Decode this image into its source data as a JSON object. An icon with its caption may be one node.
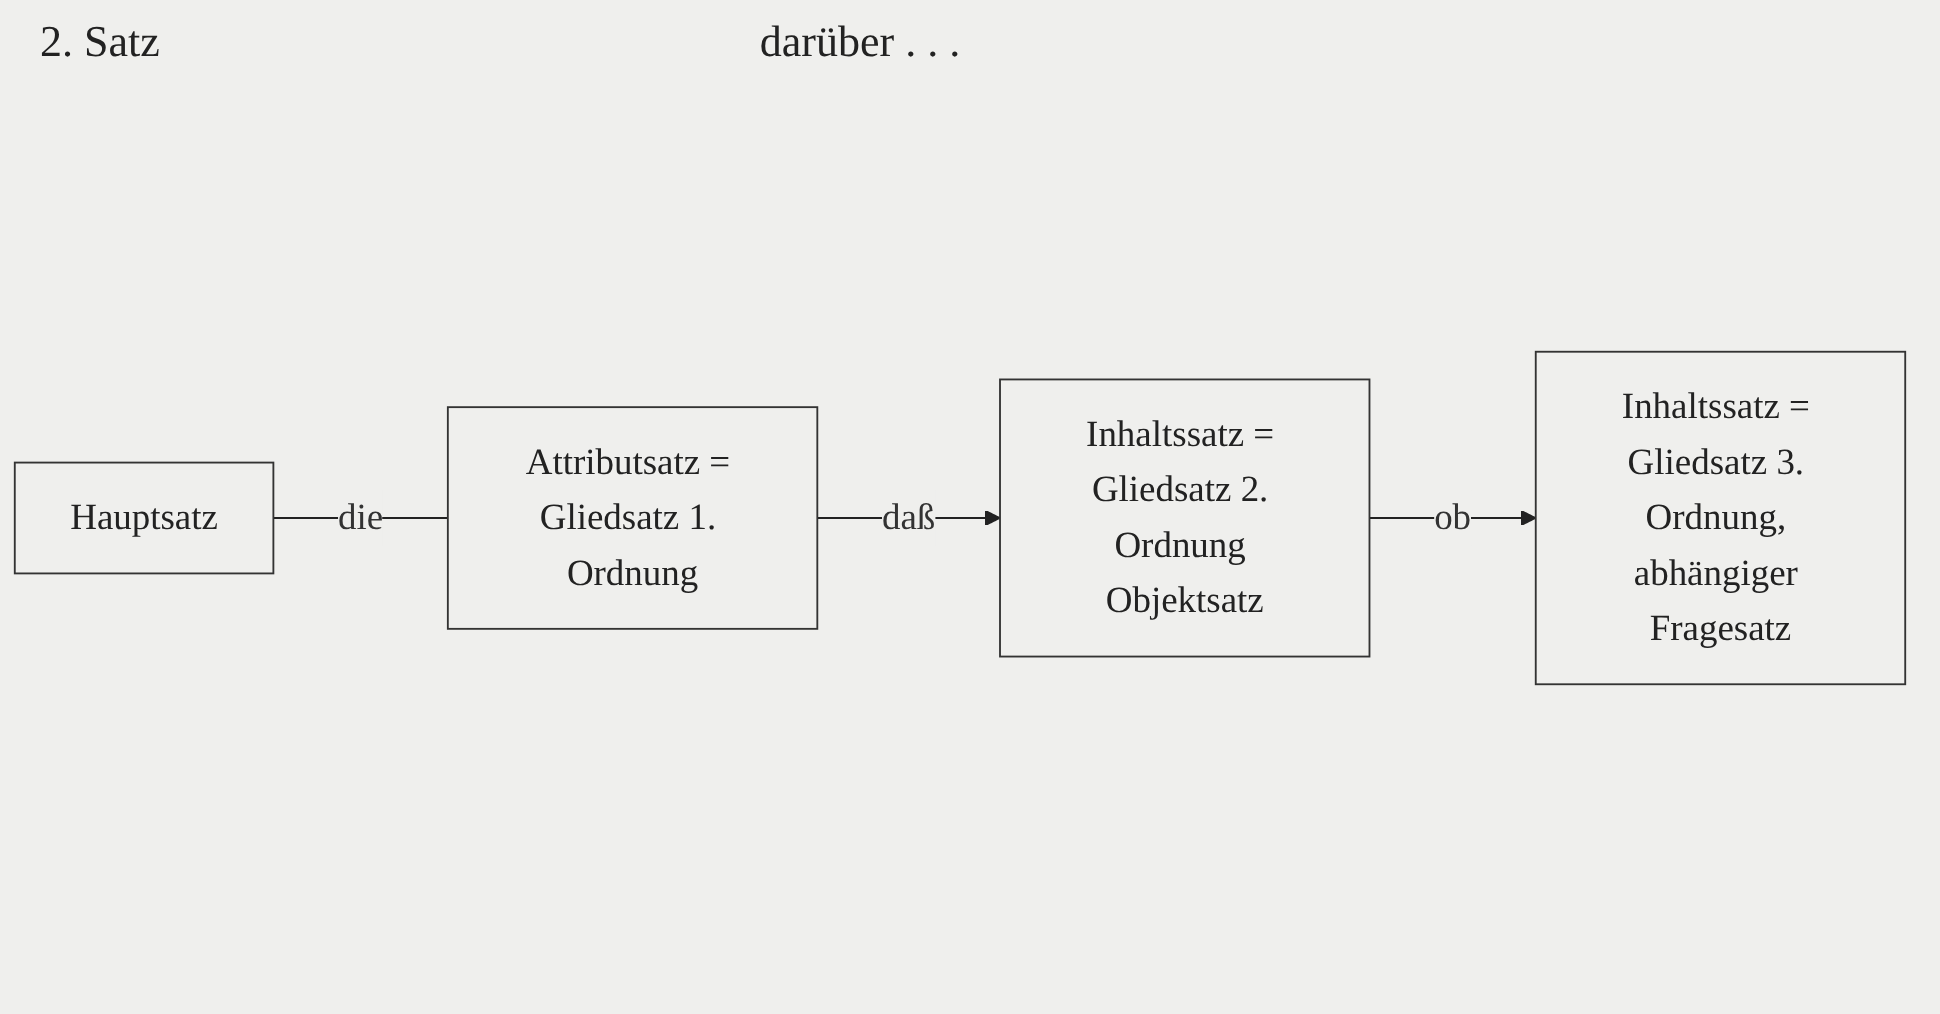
{
  "diagram": {
    "title": "2. Satz",
    "nodes": [
      {
        "text": [
          "Hauptsatz"
        ]
      },
      {
        "text": [
          "Attributsatz = Gliedsatz 1. Ordnung"
        ]
      },
      {
        "text": [
          "Inhaltssatz = Gliedsatz 2. Ordnung Objektsatz"
        ]
      },
      {
        "text": [
          "Inhaltssatz = Gliedsatz 3. Ordnung, abhängiger Fragesatz"
        ]
      }
    ],
    "edges": [
      {
        "from": 0,
        "to": 1,
        "label": "die",
        "arrow": "none"
      },
      {
        "from": 1,
        "to": 2,
        "label": "daß",
        "arrow": "to"
      },
      {
        "from": 2,
        "to": 3,
        "label": "ob",
        "arrow": "to"
      }
    ],
    "labels": [
      "darüber . . ."
    ]
  }
}
